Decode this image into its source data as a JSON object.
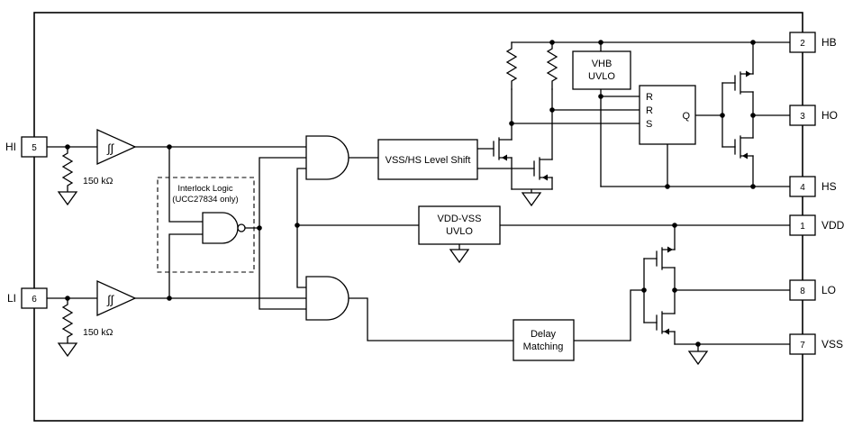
{
  "colors": {
    "line": "#000000",
    "background": "#ffffff"
  },
  "pins": {
    "hi": {
      "number": "5",
      "label": "HI"
    },
    "li": {
      "number": "6",
      "label": "LI"
    },
    "hb": {
      "number": "2",
      "label": "HB"
    },
    "ho": {
      "number": "3",
      "label": "HO"
    },
    "hs": {
      "number": "4",
      "label": "HS"
    },
    "vdd": {
      "number": "1",
      "label": "VDD"
    },
    "lo": {
      "number": "8",
      "label": "LO"
    },
    "vss": {
      "number": "7",
      "label": "VSS"
    }
  },
  "blocks": {
    "level_shift": {
      "label": "VSS/HS Level Shift"
    },
    "vhb_uvlo": {
      "line1": "VHB",
      "line2": "UVLO"
    },
    "vdd_uvlo": {
      "line1": "VDD-VSS",
      "line2": "UVLO"
    },
    "delay_matching": {
      "line1": "Delay",
      "line2": "Matching"
    },
    "interlock": {
      "line1": "Interlock Logic",
      "line2": "(UCC27834 only)"
    }
  },
  "latch": {
    "in_r_top": "R",
    "in_r_mid": "R",
    "in_s": "S",
    "out_q": "Q"
  },
  "resistors": {
    "hi_pulldown": "150 kΩ",
    "li_pulldown": "150 kΩ"
  },
  "icons": {
    "schmitt_hysteresis": "∫∫"
  }
}
